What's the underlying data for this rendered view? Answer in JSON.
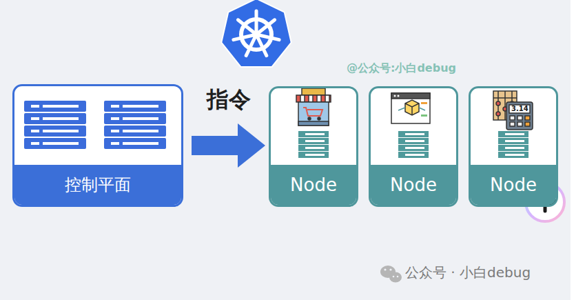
{
  "diagram": {
    "nodes": [
      {
        "text": [
          "控制平面"
        ]
      },
      {
        "text": [
          "Node"
        ]
      },
      {
        "text": [
          "Node"
        ]
      },
      {
        "text": [
          "Node"
        ]
      }
    ],
    "edges": [
      {
        "from": 0,
        "to": 1,
        "arrow": "to",
        "label": "指令"
      }
    ],
    "labels": [
      "@公众号:小白debug",
      "3.14",
      "公众号 · 小白debug"
    ]
  }
}
